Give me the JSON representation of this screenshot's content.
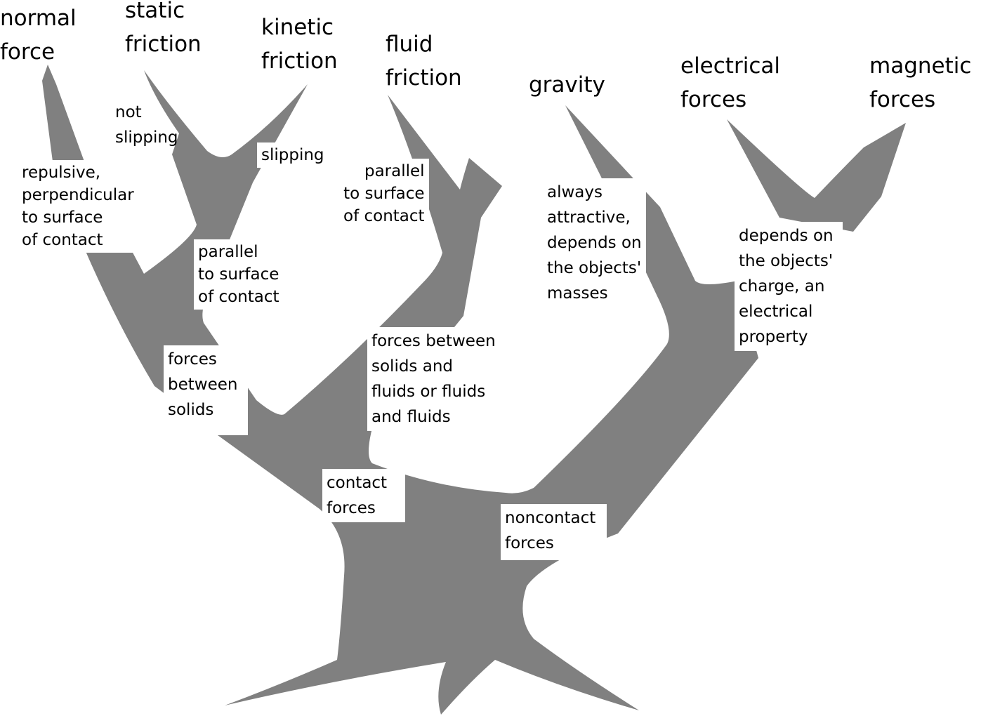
{
  "diagram": {
    "tree_color": "#808080",
    "leaves": {
      "normal_force": "normal\nforce",
      "static_friction": "static\nfriction",
      "kinetic_friction": "kinetic\nfriction",
      "fluid_friction": "fluid\nfriction",
      "gravity": "gravity",
      "electrical_forces": "electrical\nforces",
      "magnetic_forces": "magnetic\nforces"
    },
    "branch_labels": {
      "not_slipping": "not\nslipping",
      "slipping": "slipping",
      "repulsive": "repulsive,\nperpendicular\nto surface\nof contact",
      "parallel_solids": "parallel\nto surface\nof contact",
      "parallel_fluid": "parallel\nto surface\nof contact",
      "forces_between_solids": "forces\nbetween\nsolids",
      "forces_between_fluids": "forces between\nsolids and\nfluids or fluids\nand fluids",
      "contact_forces": "contact\nforces",
      "always_attractive": "always\nattractive,\ndepends on\nthe objects'\nmasses",
      "depends_on_charge": "depends on\nthe objects'\ncharge, an\nelectrical\nproperty",
      "noncontact_forces": "noncontact\nforces"
    }
  }
}
